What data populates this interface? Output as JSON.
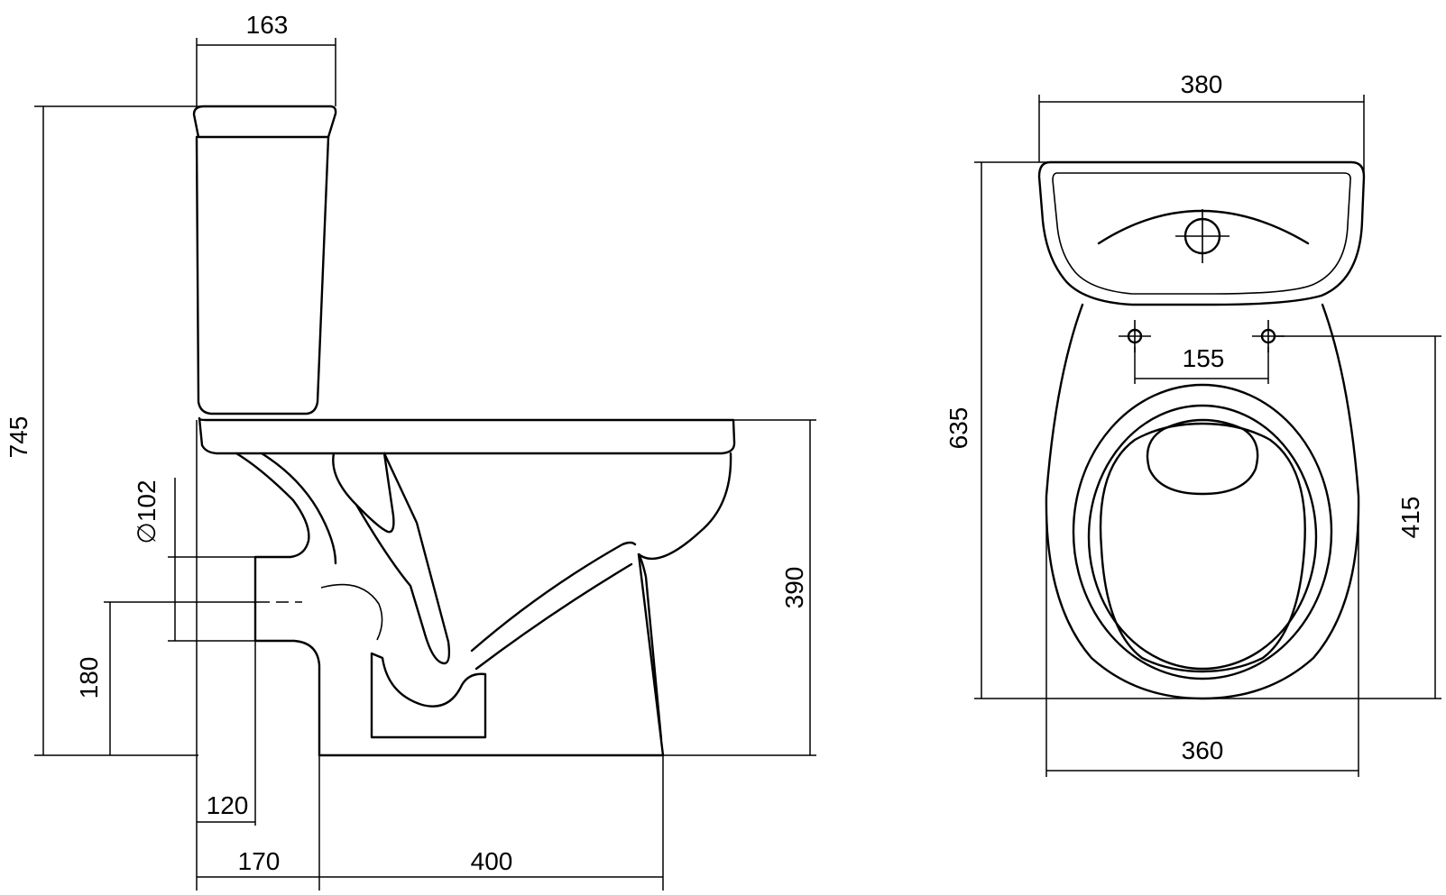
{
  "side_view": {
    "tank_width": "163",
    "total_height": "745",
    "pipe_diameter": "∅102",
    "bowl_height": "390",
    "outlet_height": "180",
    "outlet_offset": "120",
    "wall_to_base": "170",
    "base_length": "400"
  },
  "top_view": {
    "tank_width": "380",
    "total_depth": "635",
    "bolt_spacing": "155",
    "seat_length": "415",
    "bowl_width": "360"
  }
}
